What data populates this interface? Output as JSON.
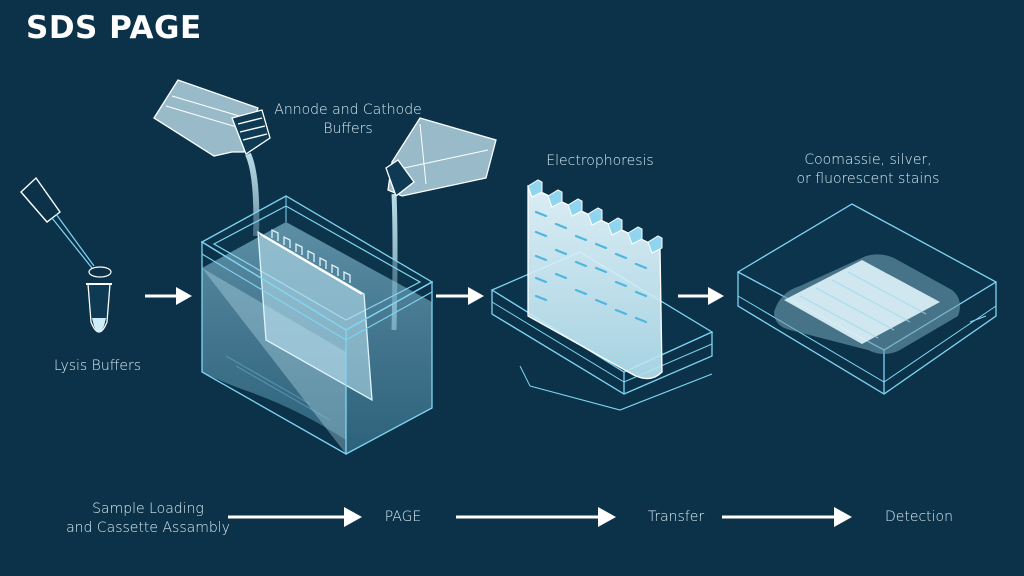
{
  "title": "SDS PAGE",
  "labels": {
    "buffers": [
      "Annode and Cathode",
      "Buffers"
    ],
    "lysis": "Lysis Buffers",
    "electrophoresis": "Electrophoresis",
    "stains": [
      "Coomassie, silver,",
      "or fluorescent stains"
    ]
  },
  "steps": [
    {
      "line1": "Sample Loading",
      "line2": "and Cassette Assambly"
    },
    {
      "line1": "PAGE"
    },
    {
      "line1": "Transfer"
    },
    {
      "line1": "Detection"
    }
  ],
  "colors": {
    "background": "#0b3249",
    "outline": "#7fd6f4",
    "text": "#d9eaf2",
    "arrow": "#ffffff"
  }
}
